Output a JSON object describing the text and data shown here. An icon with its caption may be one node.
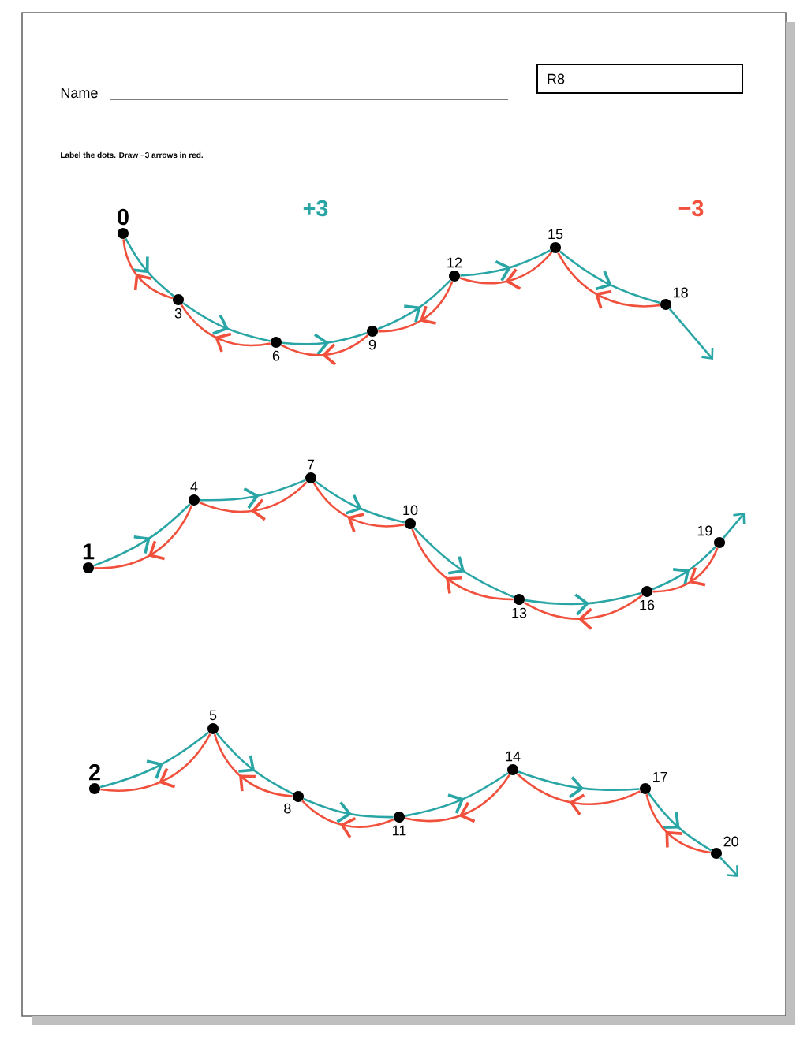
{
  "diagram": {
    "nodes": [
      {
        "text": [
          "0"
        ]
      },
      {
        "text": [
          "3"
        ]
      },
      {
        "text": [
          "6"
        ]
      },
      {
        "text": [
          "9"
        ]
      },
      {
        "text": [
          "12"
        ]
      },
      {
        "text": [
          "15"
        ]
      },
      {
        "text": [
          "18"
        ]
      },
      {
        "text": [
          "1"
        ]
      },
      {
        "text": [
          "4"
        ]
      },
      {
        "text": [
          "7"
        ]
      },
      {
        "text": [
          "10"
        ]
      },
      {
        "text": [
          "13"
        ]
      },
      {
        "text": [
          "16"
        ]
      },
      {
        "text": [
          "19"
        ]
      },
      {
        "text": [
          "2"
        ]
      },
      {
        "text": [
          "5"
        ]
      },
      {
        "text": [
          "8"
        ]
      },
      {
        "text": [
          "11"
        ]
      },
      {
        "text": [
          "14"
        ]
      },
      {
        "text": [
          "17"
        ]
      },
      {
        "text": [
          "20"
        ]
      }
    ],
    "edges": [
      {
        "from": 0,
        "to": 1,
        "arrow": "to"
      },
      {
        "from": 1,
        "to": 2,
        "arrow": "to"
      },
      {
        "from": 2,
        "to": 3,
        "arrow": "to"
      },
      {
        "from": 3,
        "to": 4,
        "arrow": "to"
      },
      {
        "from": 4,
        "to": 5,
        "arrow": "to"
      },
      {
        "from": 5,
        "to": 6,
        "arrow": "to"
      },
      {
        "from": 6,
        "to": null,
        "arrow": "to"
      },
      {
        "from": 1,
        "to": 0,
        "arrow": "to",
        "color": "#f0503c"
      },
      {
        "from": 2,
        "to": 1,
        "arrow": "to",
        "color": "#f0503c"
      },
      {
        "from": 3,
        "to": 2,
        "arrow": "to",
        "color": "#f0503c"
      },
      {
        "from": 4,
        "to": 3,
        "arrow": "to",
        "color": "#f0503c"
      },
      {
        "from": 5,
        "to": 4,
        "arrow": "to",
        "color": "#f0503c"
      },
      {
        "from": 6,
        "to": 5,
        "arrow": "to",
        "color": "#f0503c"
      },
      {
        "from": 7,
        "to": 8,
        "arrow": "to"
      },
      {
        "from": 8,
        "to": 9,
        "arrow": "to"
      },
      {
        "from": 9,
        "to": 10,
        "arrow": "to"
      },
      {
        "from": 10,
        "to": 11,
        "arrow": "to"
      },
      {
        "from": 11,
        "to": 12,
        "arrow": "to"
      },
      {
        "from": 12,
        "to": 13,
        "arrow": "to"
      },
      {
        "from": 13,
        "to": null,
        "arrow": "to"
      },
      {
        "from": 8,
        "to": 7,
        "arrow": "to",
        "color": "#f0503c"
      },
      {
        "from": 9,
        "to": 8,
        "arrow": "to",
        "color": "#f0503c"
      },
      {
        "from": 10,
        "to": 9,
        "arrow": "to",
        "color": "#f0503c"
      },
      {
        "from": 11,
        "to": 10,
        "arrow": "to",
        "color": "#f0503c"
      },
      {
        "from": 12,
        "to": 11,
        "arrow": "to",
        "color": "#f0503c"
      },
      {
        "from": 13,
        "to": 12,
        "arrow": "to",
        "color": "#f0503c"
      },
      {
        "from": 14,
        "to": 15,
        "arrow": "to"
      },
      {
        "from": 15,
        "to": 16,
        "arrow": "to"
      },
      {
        "from": 16,
        "to": 17,
        "arrow": "to"
      },
      {
        "from": 17,
        "to": 18,
        "arrow": "to"
      },
      {
        "from": 18,
        "to": 19,
        "arrow": "to"
      },
      {
        "from": 19,
        "to": 20,
        "arrow": "to"
      },
      {
        "from": 20,
        "to": null,
        "arrow": "to"
      },
      {
        "from": 15,
        "to": 14,
        "arrow": "to",
        "color": "#f0503c"
      },
      {
        "from": 16,
        "to": 15,
        "arrow": "to",
        "color": "#f0503c"
      },
      {
        "from": 17,
        "to": 16,
        "arrow": "to",
        "color": "#f0503c"
      },
      {
        "from": 18,
        "to": 17,
        "arrow": "to",
        "color": "#f0503c"
      },
      {
        "from": 19,
        "to": 18,
        "arrow": "to",
        "color": "#f0503c"
      },
      {
        "from": 20,
        "to": 19,
        "arrow": "to",
        "color": "#f0503c"
      }
    ],
    "labels": [
      "Name",
      "R8",
      "Label the dots. Draw −3 arrows in red.",
      "+3",
      "−3"
    ]
  }
}
